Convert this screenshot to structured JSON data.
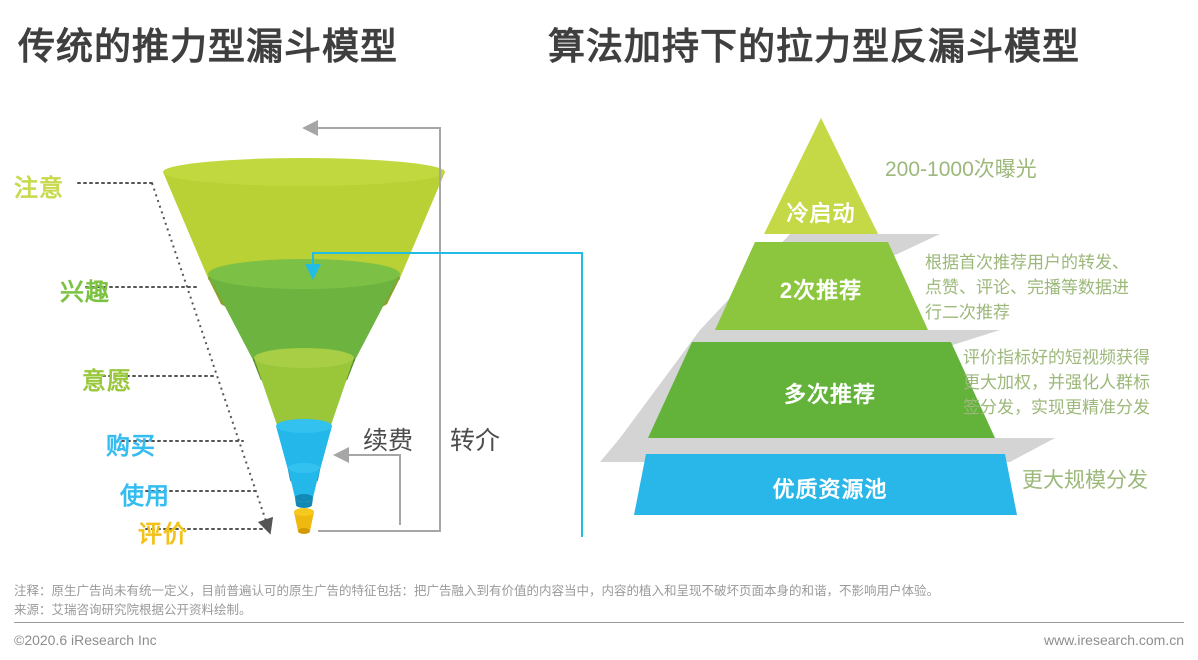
{
  "titles": {
    "left": "传统的推力型漏斗模型",
    "right": "算法加持下的拉力型反漏斗模型"
  },
  "colors": {
    "title": "#3f3f3f",
    "stage_yellow_green": "#c5d94b",
    "stage_green": "#7ac143",
    "stage_olive": "#9ec63b",
    "stage_cyan": "#29b6e8",
    "stage_gold": "#f5c518",
    "pyramid_tier1": "#c4d945",
    "pyramid_tier2": "#8cc63f",
    "pyramid_tier3": "#63b33b",
    "pyramid_tier4": "#29b6e8",
    "shadow_grey": "#d4d4d4",
    "connector_grey": "#a6a6a6",
    "connector_cyan": "#22bce5",
    "desc_text": "#9cb87a",
    "footer_text": "#9a9a9a"
  },
  "funnel": {
    "stages": [
      {
        "label": "注意",
        "color": "#c8d94e"
      },
      {
        "label": "兴趣",
        "color": "#7cc242"
      },
      {
        "label": "意愿",
        "color": "#9ac83c"
      },
      {
        "label": "购买",
        "color": "#35bdf0"
      },
      {
        "label": "使用",
        "color": "#35bdf0"
      },
      {
        "label": "评价",
        "color": "#f2c11a"
      }
    ],
    "notes": [
      {
        "label": "续费"
      },
      {
        "label": "转介"
      }
    ]
  },
  "pyramid": {
    "tiers": [
      {
        "label": "冷启动",
        "color": "#c4d945",
        "desc": "200-1000次曝光",
        "desc_size": "big"
      },
      {
        "label": "2次推荐",
        "color": "#8cc63f",
        "desc": "根据首次推荐用户的转发、\n点赞、评论、完播等数据进\n行二次推荐",
        "desc_size": "small"
      },
      {
        "label": "多次推荐",
        "color": "#63b33b",
        "desc": "评价指标好的短视频获得\n更大加权，并强化人群标\n签分发，实现更精准分发",
        "desc_size": "small"
      },
      {
        "label": "优质资源池",
        "color": "#29b6e8",
        "desc": "更大规模分发",
        "desc_size": "big"
      }
    ]
  },
  "footer": {
    "note": "注释：原生广告尚未有统一定义，目前普遍认可的原生广告的特征包括：把广告融入到有价值的内容当中，内容的植入和呈现不破坏页面本身的和谐，不影响用户体验。",
    "source": "来源：艾瑞咨询研究院根据公开资料绘制。",
    "copyright": "©2020.6 iResearch Inc",
    "website": "www.iresearch.com.cn"
  }
}
